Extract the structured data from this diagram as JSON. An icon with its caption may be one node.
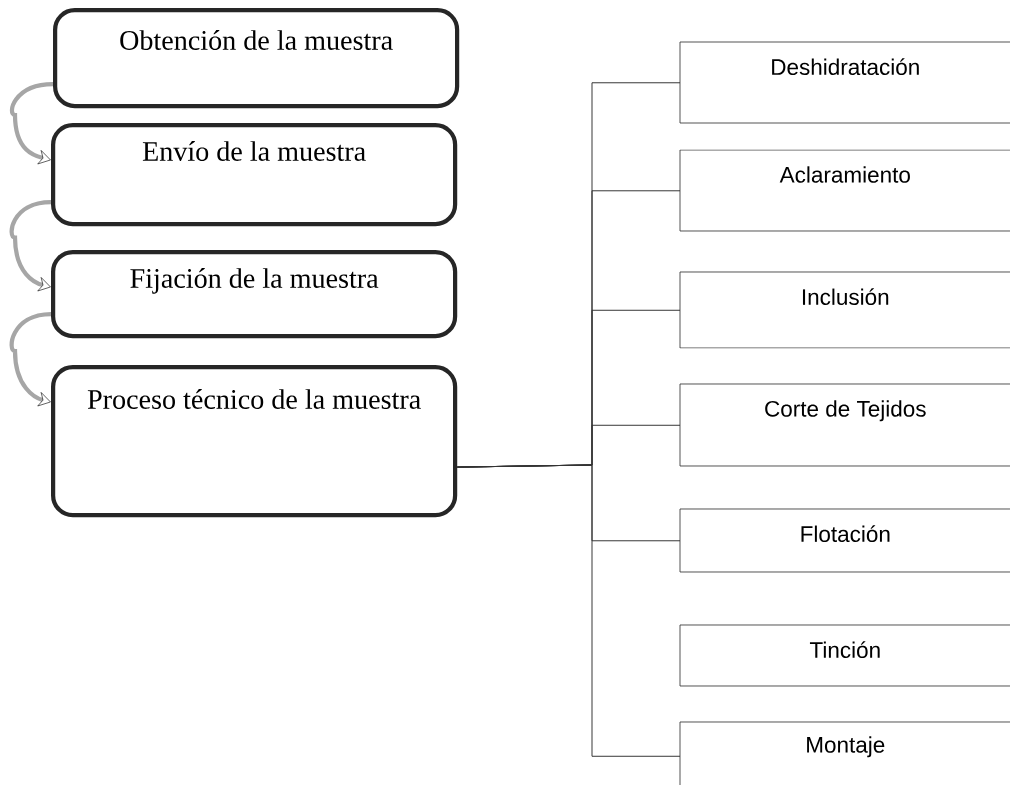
{
  "diagram": {
    "nodes": [
      {
        "text": [
          "Obtención de la muestra"
        ]
      },
      {
        "text": [
          "Envío de la muestra"
        ]
      },
      {
        "text": [
          "Fijación de la muestra"
        ]
      },
      {
        "text": [
          "Proceso técnico de la muestra"
        ]
      },
      {
        "text": [
          "Deshidratación"
        ]
      },
      {
        "text": [
          "Aclaramiento"
        ]
      },
      {
        "text": [
          "Inclusión"
        ]
      },
      {
        "text": [
          "Corte de Tejidos"
        ]
      },
      {
        "text": [
          "Flotación"
        ]
      },
      {
        "text": [
          "Tinción"
        ]
      },
      {
        "text": [
          "Montaje"
        ]
      }
    ],
    "edges": [
      {
        "from": 0,
        "to": 1,
        "arrow": "to",
        "style": "thick",
        "color": "#a6a6a6"
      },
      {
        "from": 1,
        "to": 2,
        "arrow": "to",
        "style": "thick",
        "color": "#a6a6a6"
      },
      {
        "from": 2,
        "to": 3,
        "arrow": "to",
        "style": "thick",
        "color": "#a6a6a6"
      },
      {
        "from": 3,
        "to": 4,
        "arrow": "none"
      },
      {
        "from": 3,
        "to": 5,
        "arrow": "none"
      },
      {
        "from": 3,
        "to": 6,
        "arrow": "none"
      },
      {
        "from": 3,
        "to": 7,
        "arrow": "none"
      },
      {
        "from": 3,
        "to": 8,
        "arrow": "none"
      },
      {
        "from": 3,
        "to": 10,
        "arrow": "none"
      }
    ]
  }
}
